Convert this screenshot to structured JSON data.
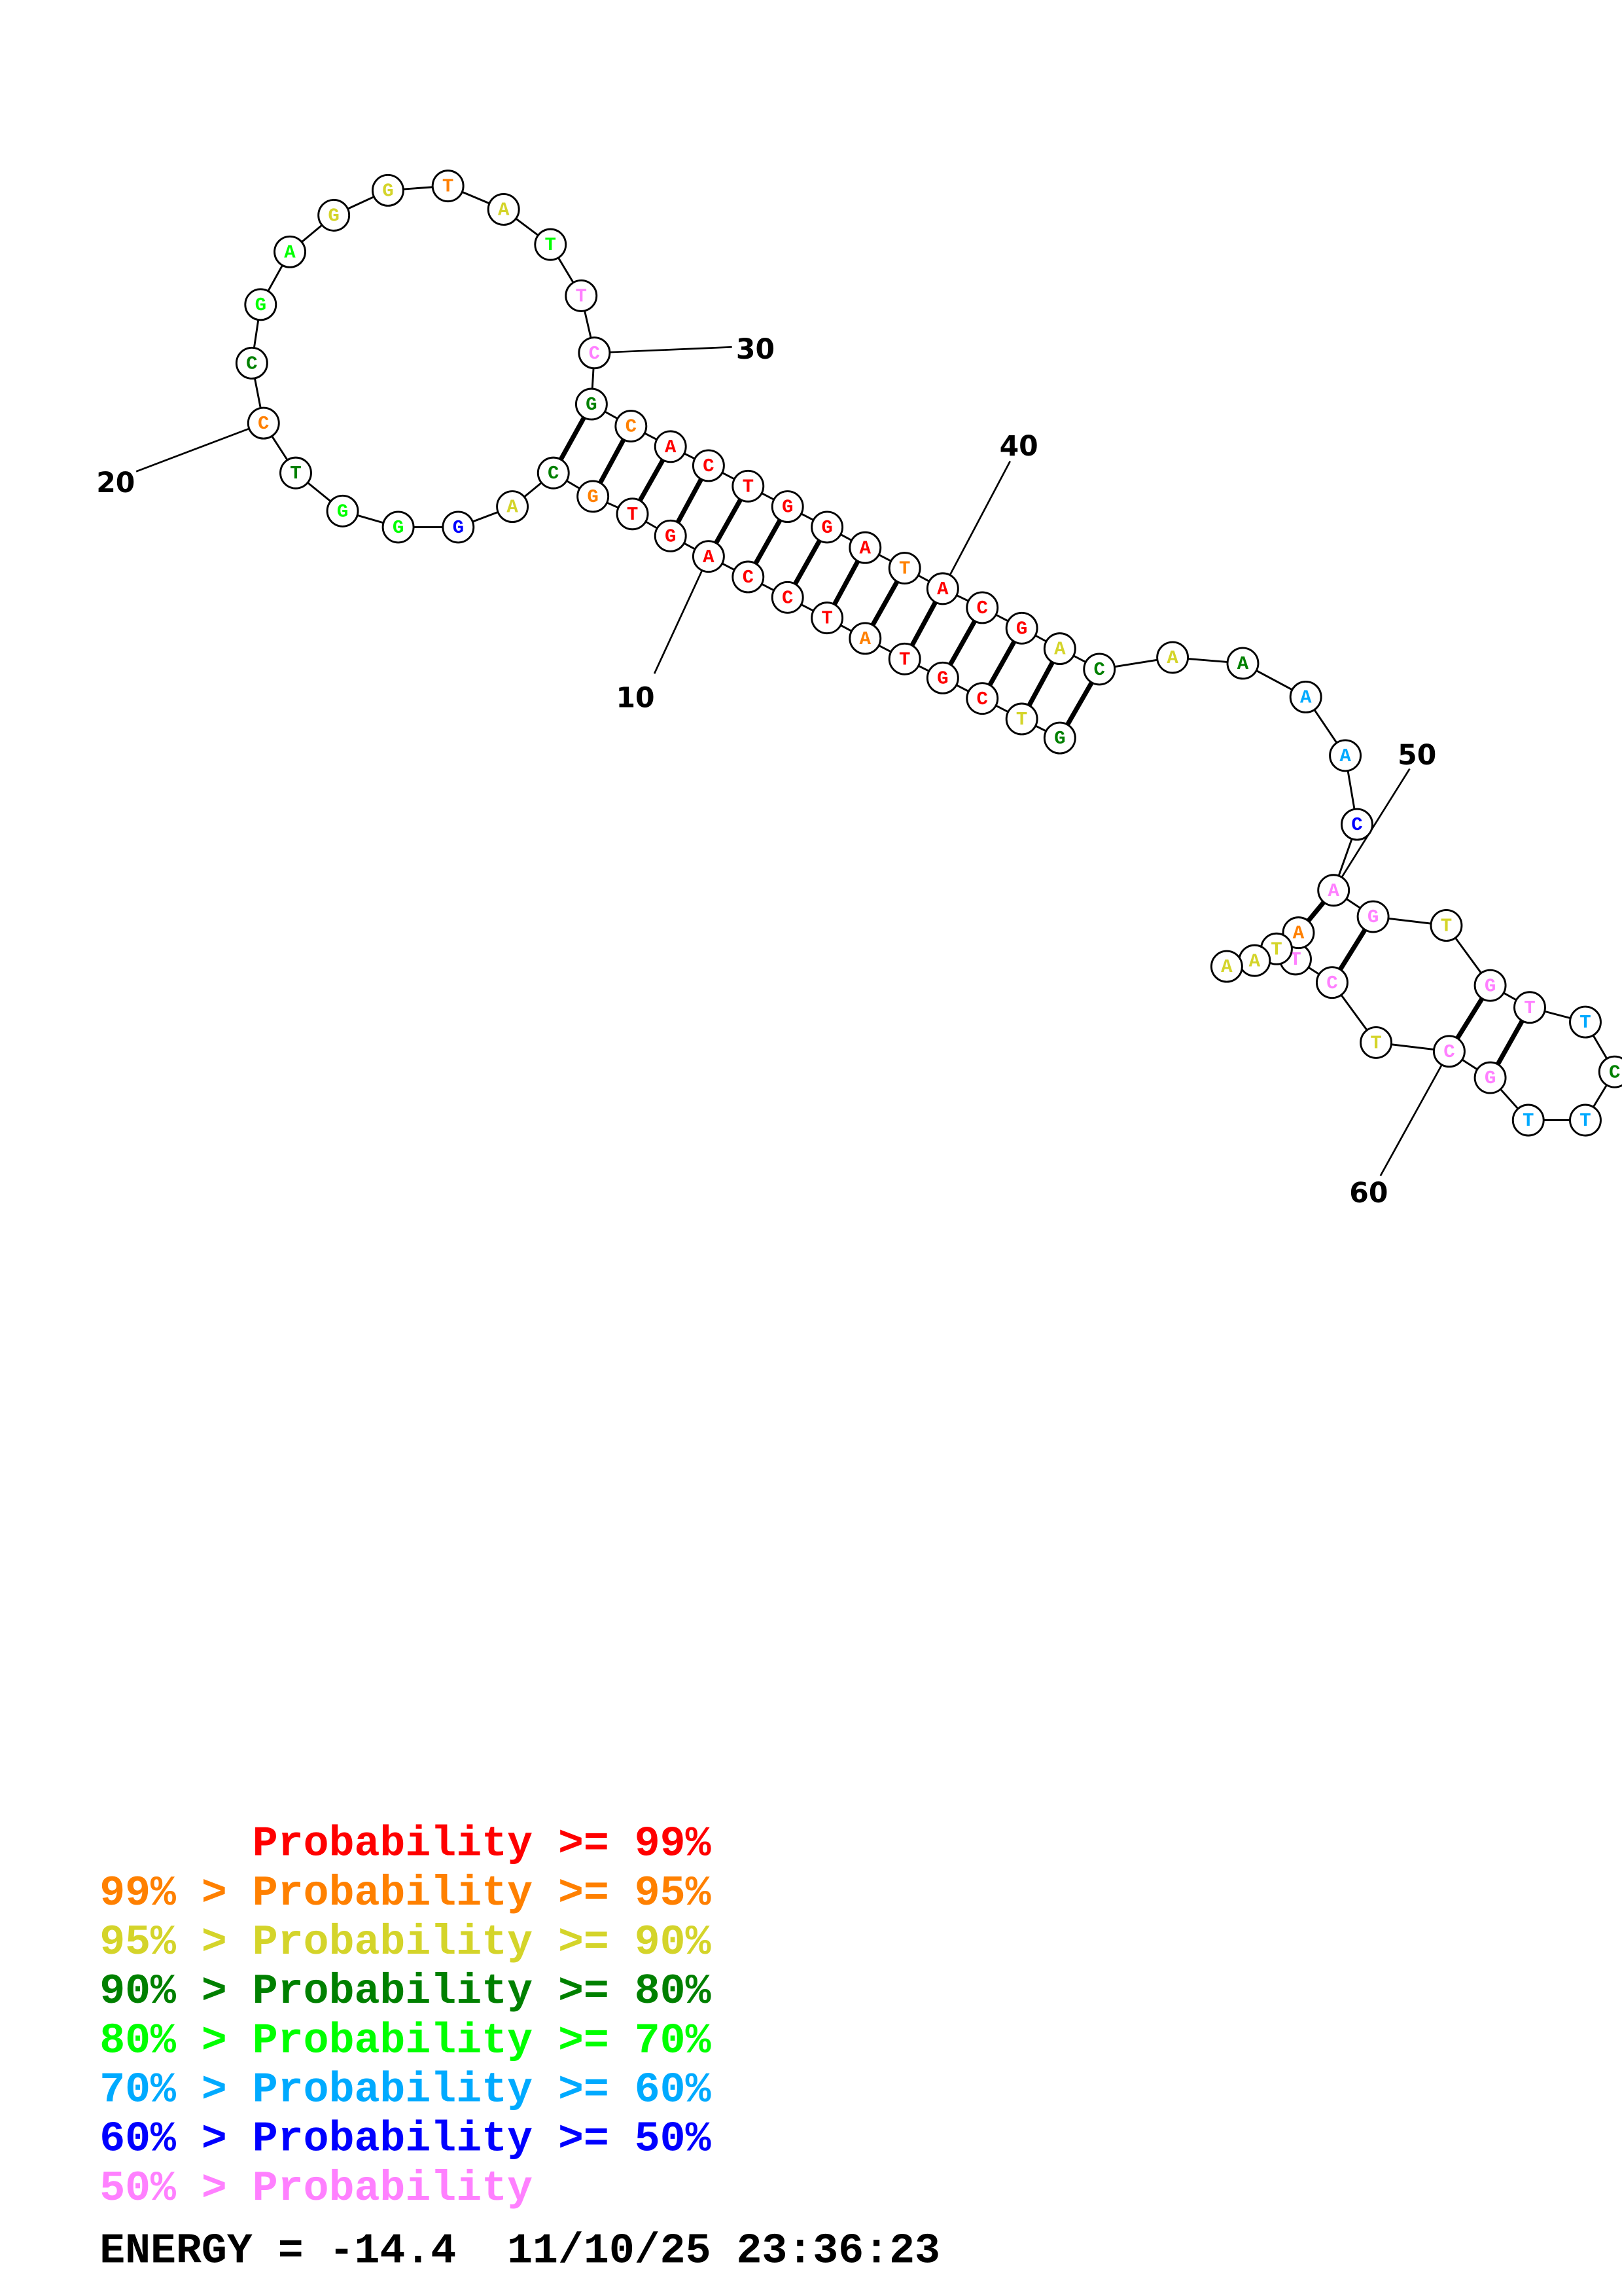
{
  "colors": {
    "p99": "#ff0000",
    "p95": "#ff8000",
    "p90": "#d4d42a",
    "p80": "#008000",
    "p70": "#00ff00",
    "p60": "#00aaff",
    "p50": "#0000ff",
    "plow": "#ff80ff"
  },
  "structure": {
    "sequence": [
      "G",
      "T",
      "C",
      "G",
      "T",
      "A",
      "T",
      "C",
      "C",
      "A",
      "G",
      "T",
      "G",
      "C",
      "A",
      "G",
      "G",
      "G",
      "T",
      "C",
      "C",
      "G",
      "A",
      "G",
      "G",
      "T",
      "A",
      "T",
      "T",
      "C",
      "G",
      "C",
      "A",
      "C",
      "T",
      "G",
      "G",
      "A",
      "T",
      "A",
      "C",
      "G",
      "A",
      "C",
      "A",
      "A",
      "A",
      "A",
      "C",
      "A",
      "G",
      "T",
      "G",
      "T",
      "T",
      "C",
      "T",
      "T",
      "G",
      "C",
      "T",
      "C",
      "T",
      "A",
      "T",
      "A",
      "A"
    ],
    "probability_class": [
      "p80",
      "p90",
      "p99",
      "p99",
      "p99",
      "p95",
      "p99",
      "p99",
      "p99",
      "p99",
      "p99",
      "p99",
      "p95",
      "p80",
      "p90",
      "p50",
      "p70",
      "p70",
      "p80",
      "p95",
      "p80",
      "p70",
      "p70",
      "p90",
      "p90",
      "p95",
      "p90",
      "p70",
      "plow",
      "plow",
      "p80",
      "p95",
      "p99",
      "p99",
      "p99",
      "p99",
      "p99",
      "p99",
      "p95",
      "p99",
      "p99",
      "p99",
      "p90",
      "p80",
      "p90",
      "p80",
      "p60",
      "p60",
      "p50",
      "plow",
      "plow",
      "p90",
      "plow",
      "plow",
      "p60",
      "p80",
      "p60",
      "p60",
      "plow",
      "plow",
      "p90",
      "plow",
      "plow",
      "p95",
      "p90",
      "p90",
      "p90"
    ],
    "pairs": [
      [
        1,
        44
      ],
      [
        2,
        43
      ],
      [
        3,
        42
      ],
      [
        4,
        41
      ],
      [
        5,
        40
      ],
      [
        6,
        39
      ],
      [
        7,
        38
      ],
      [
        8,
        37
      ],
      [
        9,
        36
      ],
      [
        10,
        35
      ],
      [
        11,
        34
      ],
      [
        12,
        33
      ],
      [
        13,
        32
      ],
      [
        14,
        31
      ],
      [
        50,
        64
      ],
      [
        51,
        62
      ],
      [
        53,
        60
      ],
      [
        54,
        59
      ]
    ],
    "position_labels": [
      "10",
      "20",
      "30",
      "40",
      "50",
      "60"
    ]
  },
  "legend": {
    "lines": [
      {
        "text": "      Probability >= 99%",
        "cls": "p99"
      },
      {
        "text": "99% > Probability >= 95%",
        "cls": "p95"
      },
      {
        "text": "95% > Probability >= 90%",
        "cls": "p90"
      },
      {
        "text": "90% > Probability >= 80%",
        "cls": "p80"
      },
      {
        "text": "80% > Probability >= 70%",
        "cls": "p70"
      },
      {
        "text": "70% > Probability >= 60%",
        "cls": "p60"
      },
      {
        "text": "60% > Probability >= 50%",
        "cls": "p50"
      },
      {
        "text": "50% > Probability",
        "cls": "plow"
      }
    ],
    "energy_line": "ENERGY = -14.4  11/10/25 23:36:23"
  }
}
